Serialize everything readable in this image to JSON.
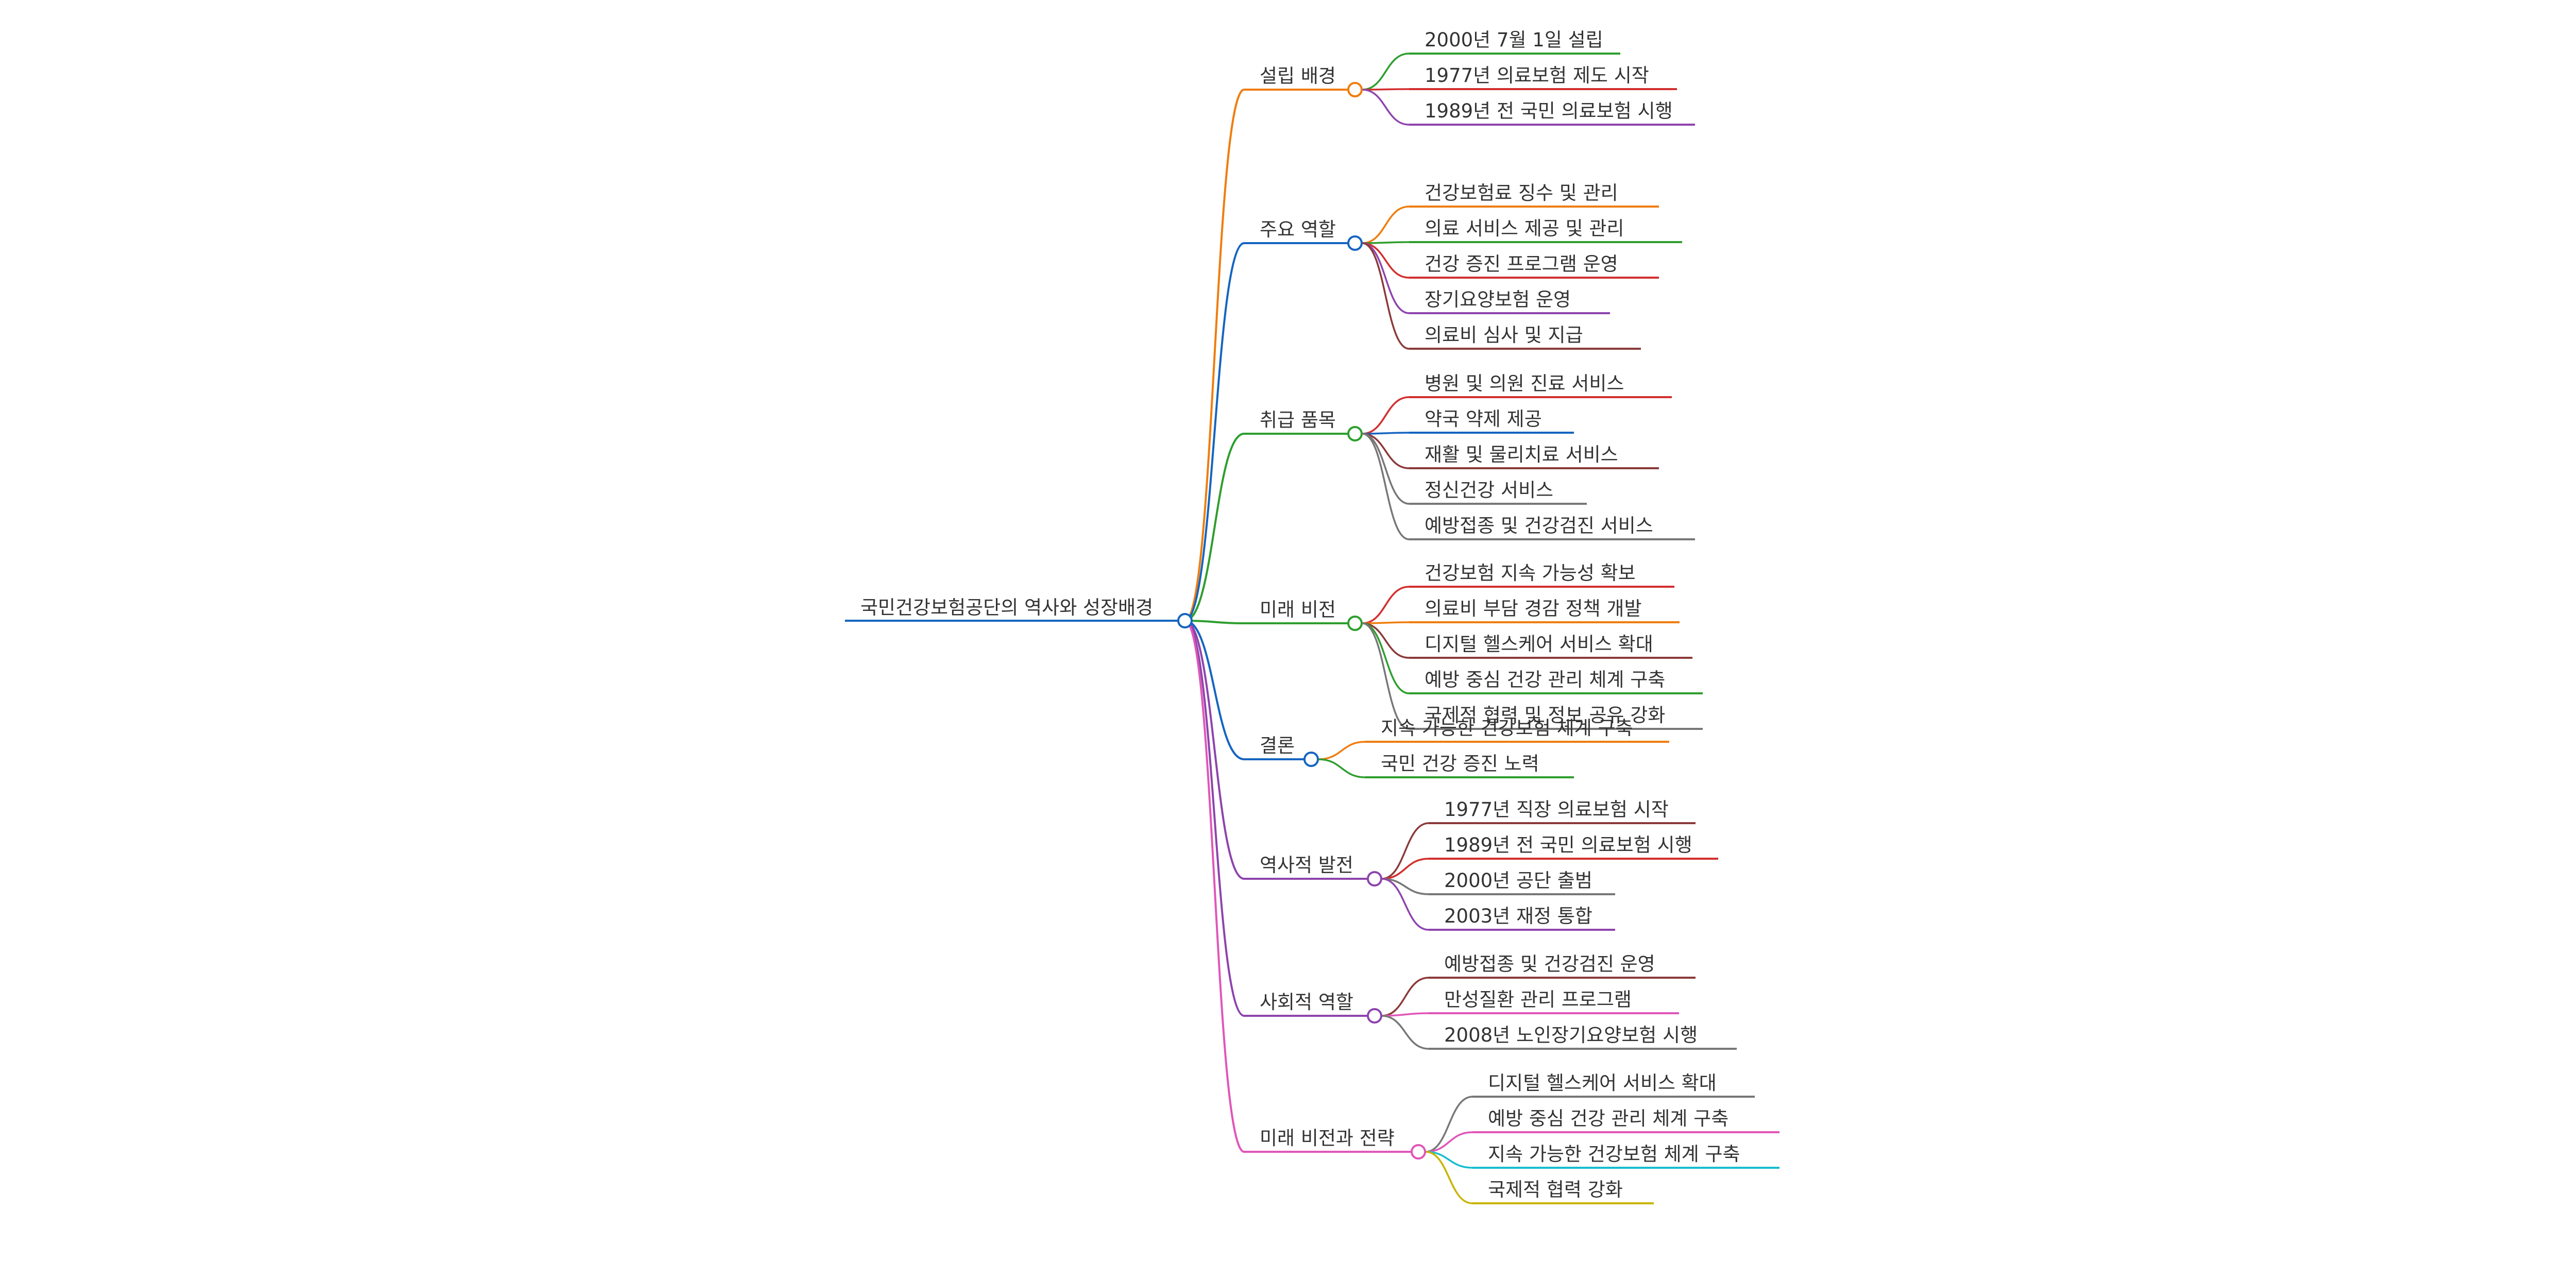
{
  "root": {
    "label": "국민건강보험공단의 역사와 성장배경",
    "color": "#1565c0"
  },
  "branches": [
    {
      "label": "설립 배경",
      "color": "#ef7d0d",
      "children": [
        {
          "label": "2000년 7월 1일 설립",
          "color": "#2e9e2e"
        },
        {
          "label": "1977년 의료보험 제도 시작",
          "color": "#d32f2f"
        },
        {
          "label": "1989년 전 국민 의료보험 시행",
          "color": "#8e44ad"
        }
      ]
    },
    {
      "label": "주요 역할",
      "color": "#1565c0",
      "children": [
        {
          "label": "건강보험료 징수 및 관리",
          "color": "#ef7d0d"
        },
        {
          "label": "의료 서비스 제공 및 관리",
          "color": "#2e9e2e"
        },
        {
          "label": "건강 증진 프로그램 운영",
          "color": "#d32f2f"
        },
        {
          "label": "장기요양보험 운영",
          "color": "#8e44ad"
        },
        {
          "label": "의료비 심사 및 지급",
          "color": "#8b3a3a"
        }
      ]
    },
    {
      "label": "취급 품목",
      "color": "#2e9e2e",
      "children": [
        {
          "label": "병원 및 의원 진료 서비스",
          "color": "#d32f2f"
        },
        {
          "label": "약국 약제 제공",
          "color": "#1565c0"
        },
        {
          "label": "재활 및 물리치료 서비스",
          "color": "#8b3a3a"
        },
        {
          "label": "정신건강 서비스",
          "color": "#777777"
        },
        {
          "label": "예방접종 및 건강검진 서비스",
          "color": "#777777"
        }
      ]
    },
    {
      "label": "미래 비전",
      "color": "#2e9e2e",
      "children": [
        {
          "label": "건강보험 지속 가능성 확보",
          "color": "#d32f2f"
        },
        {
          "label": "의료비 부담 경감 정책 개발",
          "color": "#ef7d0d"
        },
        {
          "label": "디지털 헬스케어 서비스 확대",
          "color": "#8b3a3a"
        },
        {
          "label": "예방 중심 건강 관리 체계 구축",
          "color": "#2e9e2e"
        },
        {
          "label": "국제적 협력 및 정보 공유 강화",
          "color": "#777777"
        }
      ]
    },
    {
      "label": "결론",
      "color": "#1565c0",
      "children": [
        {
          "label": "지속 가능한 건강보험 체계 구축",
          "color": "#ef7d0d"
        },
        {
          "label": "국민 건강 증진 노력",
          "color": "#2e9e2e"
        }
      ]
    },
    {
      "label": "역사적 발전",
      "color": "#8e44ad",
      "children": [
        {
          "label": "1977년 직장 의료보험 시작",
          "color": "#8b3a3a"
        },
        {
          "label": "1989년 전 국민 의료보험 시행",
          "color": "#d32f2f"
        },
        {
          "label": "2000년 공단 출범",
          "color": "#777777"
        },
        {
          "label": "2003년 재정 통합",
          "color": "#8e44ad"
        }
      ]
    },
    {
      "label": "사회적 역할",
      "color": "#8e44ad",
      "children": [
        {
          "label": "예방접종 및 건강검진 운영",
          "color": "#8b3a3a"
        },
        {
          "label": "만성질환 관리 프로그램",
          "color": "#e056b8"
        },
        {
          "label": "2008년 노인장기요양보험 시행",
          "color": "#777777"
        }
      ]
    },
    {
      "label": "미래 비전과 전략",
      "color": "#e056b8",
      "children": [
        {
          "label": "디지털 헬스케어 서비스 확대",
          "color": "#777777"
        },
        {
          "label": "예방 중심 건강 관리 체계 구축",
          "color": "#e056b8"
        },
        {
          "label": "지속 가능한 건강보험 체계 구축",
          "color": "#17becf"
        },
        {
          "label": "국제적 협력 강화",
          "color": "#c8b400"
        }
      ]
    }
  ]
}
